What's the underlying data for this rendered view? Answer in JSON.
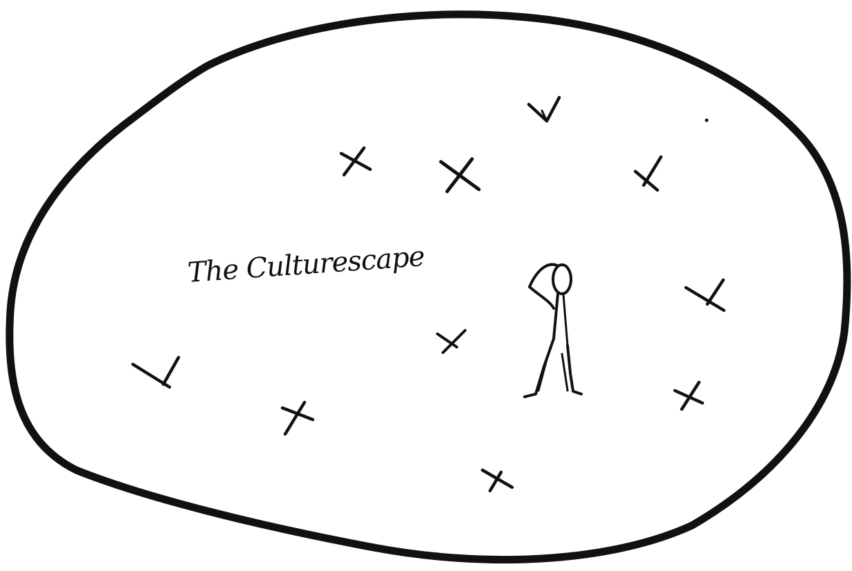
{
  "label": {
    "text": "The Culturescape"
  },
  "figure": {
    "marks": [
      {
        "kind": "x"
      },
      {
        "kind": "x"
      },
      {
        "kind": "x"
      },
      {
        "kind": "x"
      },
      {
        "kind": "x"
      },
      {
        "kind": "x"
      },
      {
        "kind": "check"
      },
      {
        "kind": "check"
      },
      {
        "kind": "check"
      },
      {
        "kind": "check"
      },
      {
        "kind": "check"
      }
    ],
    "person": "stick-figure"
  },
  "colors": {
    "ink": "#111111",
    "background": "#ffffff"
  }
}
